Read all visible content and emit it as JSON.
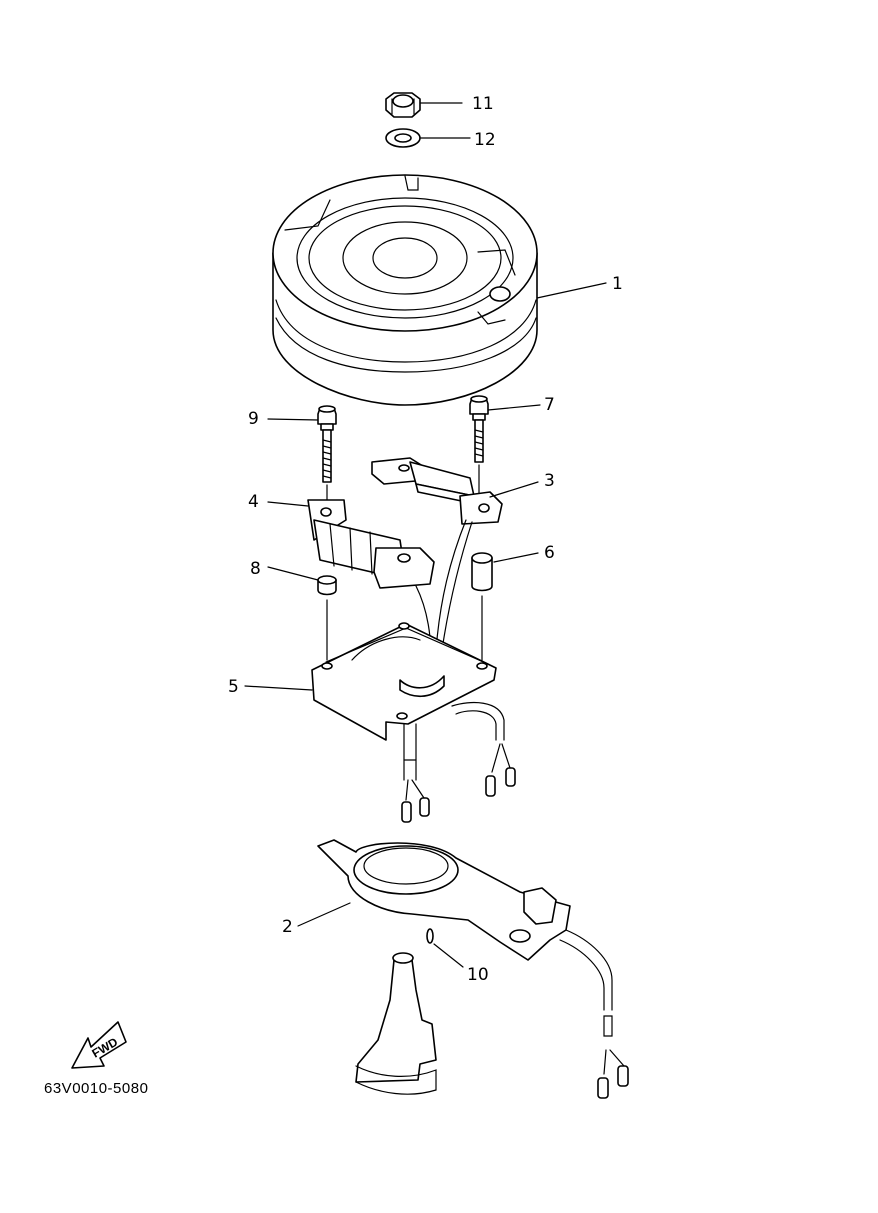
{
  "diagram": {
    "callouts": [
      {
        "number": "11",
        "part": "nut"
      },
      {
        "number": "12",
        "part": "washer"
      },
      {
        "number": "1",
        "part": "flywheel-magneto"
      },
      {
        "number": "9",
        "part": "bolt"
      },
      {
        "number": "7",
        "part": "bolt"
      },
      {
        "number": "3",
        "part": "pulser-coil"
      },
      {
        "number": "4",
        "part": "charge-coil"
      },
      {
        "number": "6",
        "part": "collar"
      },
      {
        "number": "8",
        "part": "collar"
      },
      {
        "number": "5",
        "part": "base"
      },
      {
        "number": "2",
        "part": "plate"
      },
      {
        "number": "10",
        "part": "key"
      }
    ],
    "fwd_label": "FWD",
    "part_number": "63V0010-5080"
  }
}
